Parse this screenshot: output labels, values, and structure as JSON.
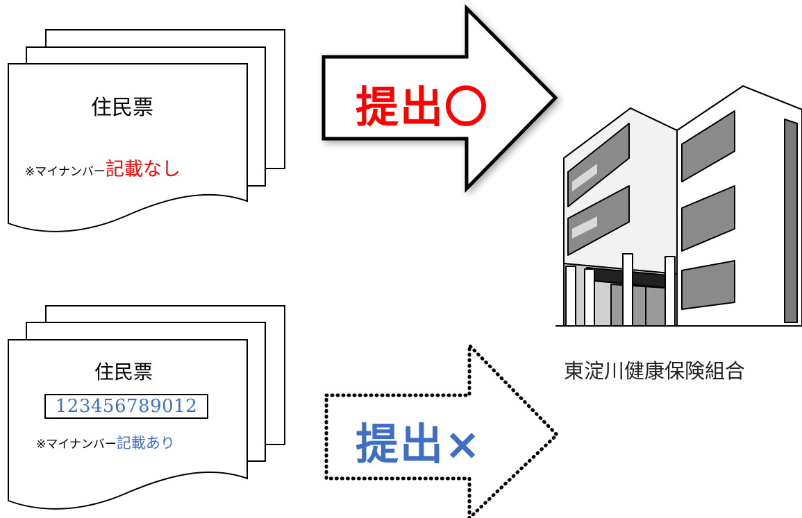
{
  "documents": {
    "top": {
      "title": "住民票",
      "note_prefix": "※マイナンバー",
      "note_highlight": "記載なし",
      "highlight_color": "#ff0000"
    },
    "bottom": {
      "title": "住民票",
      "my_number": "123456789012",
      "note_prefix": "※マイナンバー",
      "note_highlight": "記載あり",
      "highlight_color": "#3f6fc4"
    }
  },
  "arrows": {
    "accept": {
      "label": "提出〇",
      "color": "#ff0000",
      "style": "solid"
    },
    "reject": {
      "label": "提出×",
      "color": "#3f6fc4",
      "style": "dotted"
    }
  },
  "building": {
    "caption": "東淀川健康保険組合",
    "icon": "office-building-icon"
  }
}
